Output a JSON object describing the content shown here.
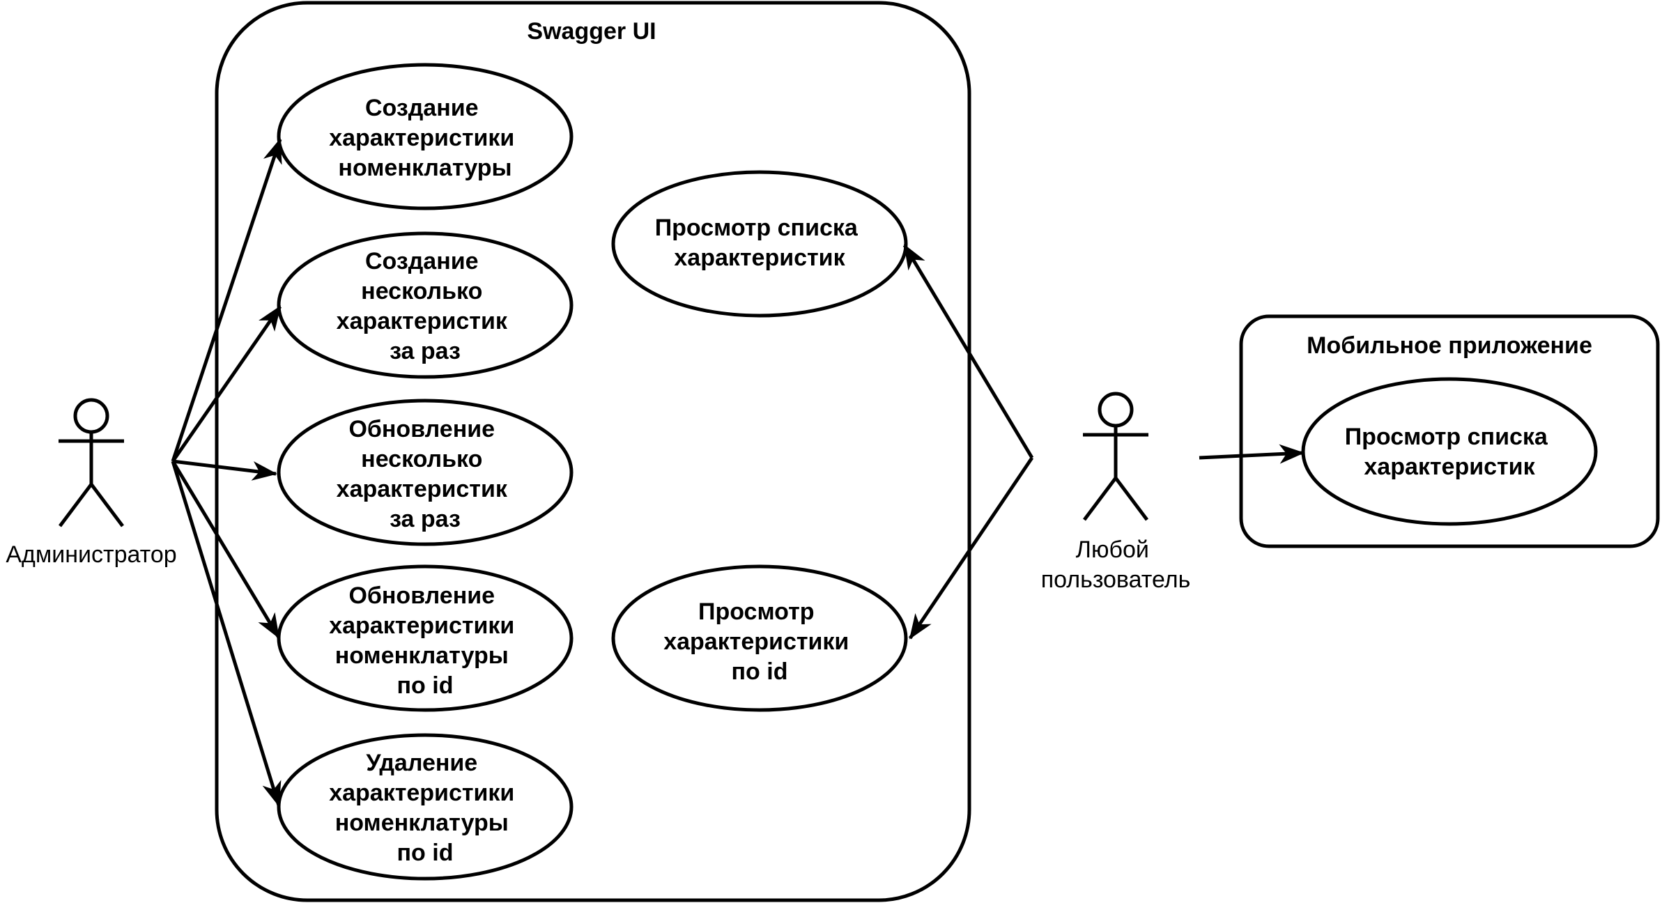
{
  "boundaries": {
    "swagger": {
      "title": "Swagger UI"
    },
    "mobile": {
      "title": "Мобильное приложение"
    }
  },
  "actors": {
    "admin": {
      "label": "Администратор"
    },
    "user": {
      "label_lines": [
        "Любой",
        "пользователь"
      ]
    }
  },
  "use_cases": {
    "create_one": [
      "Создание",
      "характеристики",
      "номенклатуры"
    ],
    "create_many": [
      "Создание",
      "несколько",
      "характеристик",
      "за раз"
    ],
    "update_many": [
      "Обновление",
      "несколько",
      "характеристик",
      "за раз"
    ],
    "update_by_id": [
      "Обновление",
      "характеристики",
      "номенклатуры",
      "по id"
    ],
    "delete_by_id": [
      "Удаление",
      "характеристики",
      "номенклатуры",
      "по id"
    ],
    "view_list": [
      "Просмотр списка",
      "характеристик"
    ],
    "view_by_id": [
      "Просмотр",
      "характеристики",
      "по id"
    ],
    "mobile_view_list": [
      "Просмотр списка",
      "характеристик"
    ]
  },
  "colors": {
    "stroke": "#000000",
    "fill": "#ffffff"
  }
}
